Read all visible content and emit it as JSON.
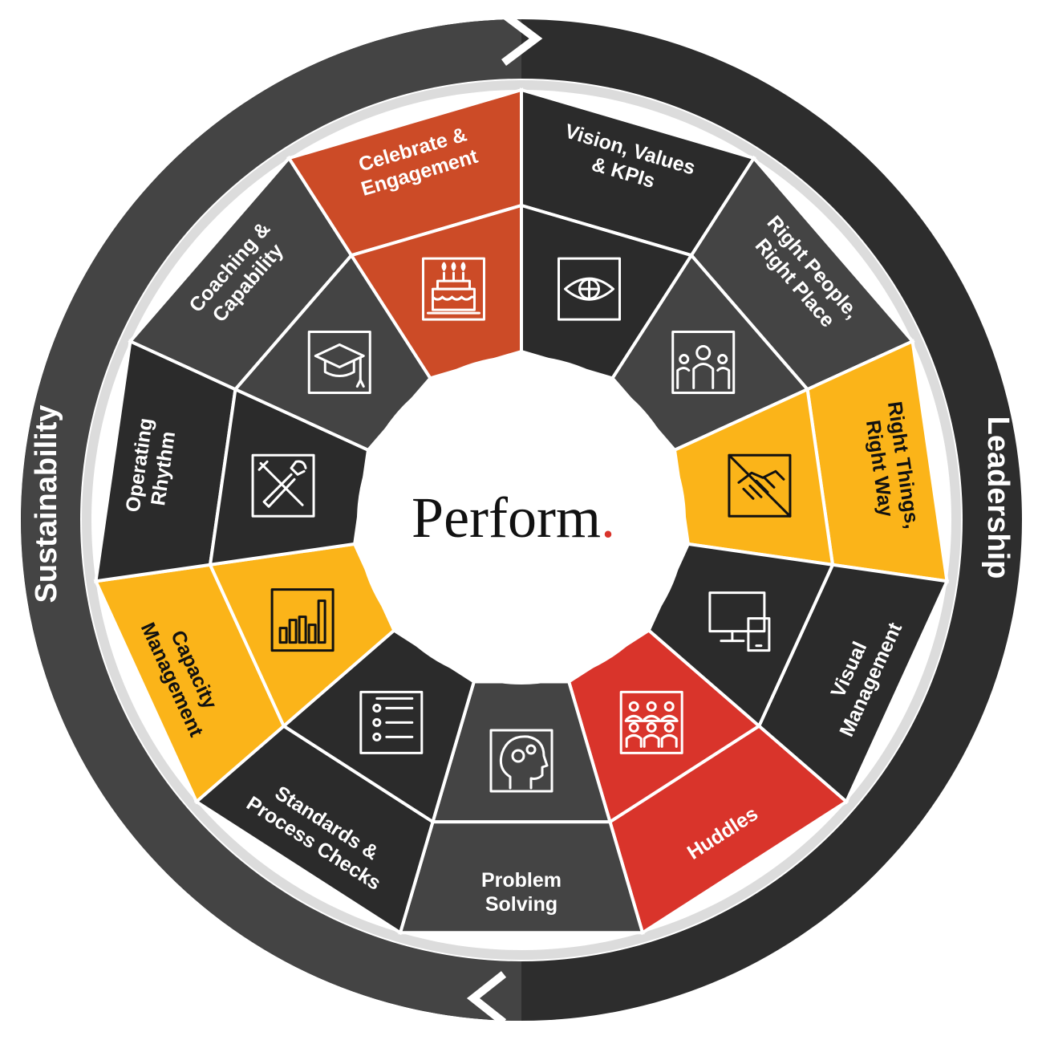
{
  "center": {
    "title": "Perform",
    "dot": ".",
    "dot_color": "#d9342b"
  },
  "outer_ring": {
    "left_label": "Sustainability",
    "right_label": "Leadership",
    "left_color": "#444444",
    "right_color": "#2d2d2d"
  },
  "segments": [
    {
      "lines": [
        "Vision, Values",
        "& KPIs"
      ],
      "icon": "eye-crosshair-icon",
      "color": "#2b2b2b",
      "inner_color": "#2b2b2b",
      "text_color": "#ffffff",
      "icon_color": "#ffffff"
    },
    {
      "lines": [
        "Right People,",
        "Right Place"
      ],
      "icon": "team-presentation-icon",
      "color": "#444444",
      "inner_color": "#444444",
      "text_color": "#ffffff",
      "icon_color": "#ffffff"
    },
    {
      "lines": [
        "Right Things,",
        "Right Way"
      ],
      "icon": "handshake-icon",
      "color": "#fbb419",
      "inner_color": "#fbb419",
      "text_color": "#111111",
      "icon_color": "#111111"
    },
    {
      "lines": [
        "Visual",
        "Management"
      ],
      "icon": "monitor-mobile-icon",
      "color": "#2b2b2b",
      "inner_color": "#2b2b2b",
      "text_color": "#ffffff",
      "icon_color": "#ffffff"
    },
    {
      "lines": [
        "Huddles"
      ],
      "icon": "group-meeting-icon",
      "color": "#d9342b",
      "inner_color": "#d9342b",
      "text_color": "#ffffff",
      "icon_color": "#ffffff"
    },
    {
      "lines": [
        "Problem",
        "Solving"
      ],
      "icon": "head-gears-icon",
      "color": "#444444",
      "inner_color": "#444444",
      "text_color": "#ffffff",
      "icon_color": "#ffffff"
    },
    {
      "lines": [
        "Standards &",
        "Process Checks"
      ],
      "icon": "checklist-icon",
      "color": "#2b2b2b",
      "inner_color": "#2b2b2b",
      "text_color": "#ffffff",
      "icon_color": "#ffffff"
    },
    {
      "lines": [
        "Capacity",
        "Management"
      ],
      "icon": "bar-chart-icon",
      "color": "#fbb419",
      "inner_color": "#fbb419",
      "text_color": "#111111",
      "icon_color": "#111111"
    },
    {
      "lines": [
        "Operating",
        "Rhythm"
      ],
      "icon": "tools-icon",
      "color": "#2b2b2b",
      "inner_color": "#2b2b2b",
      "text_color": "#ffffff",
      "icon_color": "#ffffff"
    },
    {
      "lines": [
        "Coaching &",
        "Capability"
      ],
      "icon": "graduation-cap-icon",
      "color": "#444444",
      "inner_color": "#444444",
      "text_color": "#ffffff",
      "icon_color": "#ffffff"
    },
    {
      "lines": [
        "Celebrate &",
        "Engagement"
      ],
      "icon": "birthday-cake-icon",
      "color": "#cc4b27",
      "inner_color": "#cc4b27",
      "text_color": "#ffffff",
      "icon_color": "#ffffff"
    }
  ]
}
